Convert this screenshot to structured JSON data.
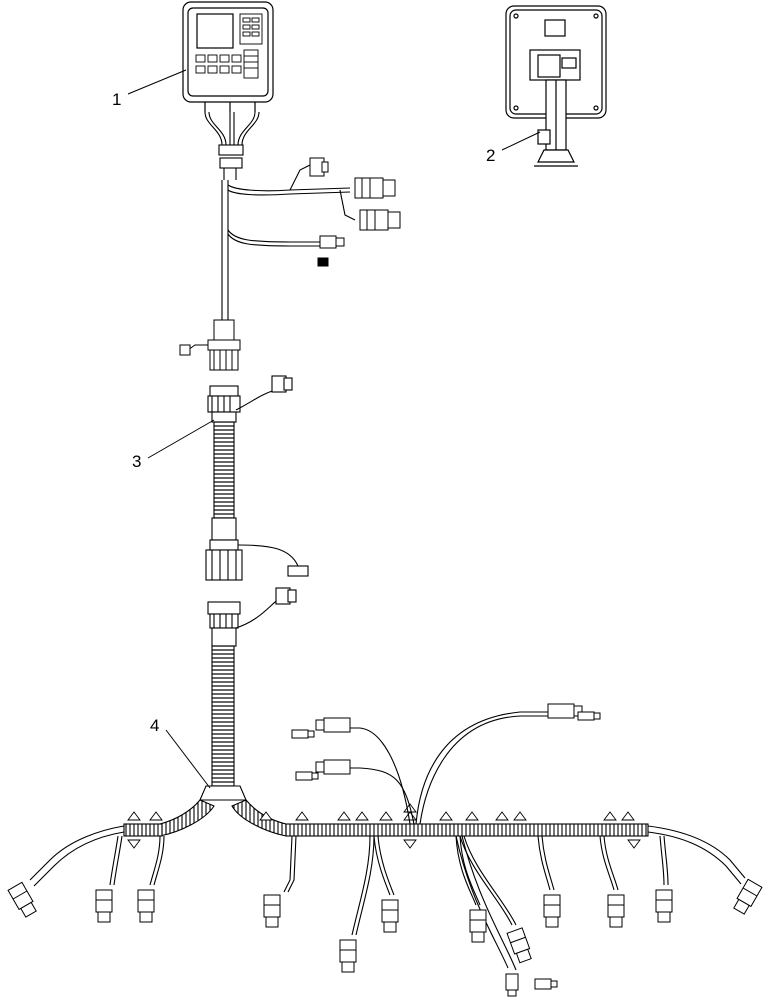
{
  "callouts": [
    {
      "id": "1",
      "label": "1"
    },
    {
      "id": "2",
      "label": "2"
    },
    {
      "id": "3",
      "label": "3"
    },
    {
      "id": "4",
      "label": "4"
    }
  ],
  "components": [
    "monitor-front",
    "monitor-back-with-mount",
    "extension-harness",
    "boom-harness"
  ],
  "icons": {
    "connector": "connector-icon",
    "terminal": "terminal-icon"
  },
  "colors": {
    "line": "#000000",
    "fill": "#ffffff",
    "shade": "#d9d9d9"
  }
}
